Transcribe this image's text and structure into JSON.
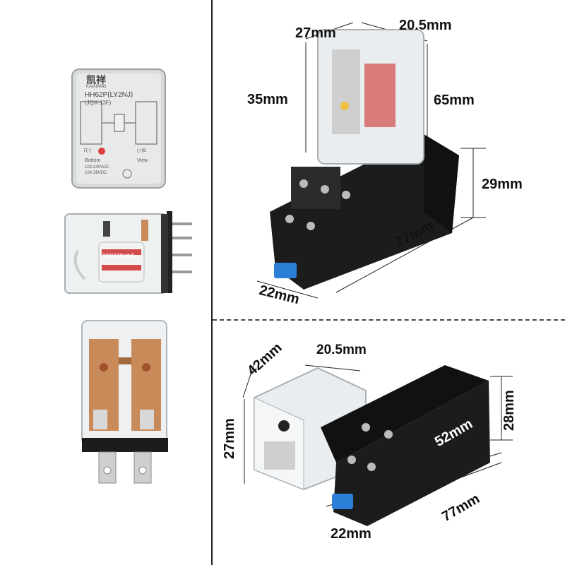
{
  "top_product": {
    "dims": {
      "width": "27mm",
      "depth": "20.5mm",
      "relay_height": "35mm",
      "total_height": "65mm",
      "socket_height": "29mm",
      "socket_length": "77mm",
      "socket_width": "22mm"
    }
  },
  "bottom_product": {
    "dims": {
      "relay_depth": "42mm",
      "relay_width": "20.5mm",
      "relay_height": "27mm",
      "socket_height": "28mm",
      "socket_inner_length": "52mm",
      "socket_length": "77mm",
      "socket_width": "22mm"
    }
  },
  "relay_label": {
    "brand": "凯祥",
    "brand_latin": "KAIXIANG",
    "model": "HH62P(LY2NJ)",
    "type": "(JQX-13F)",
    "bottom": "Bottom",
    "view": "View",
    "rating1": "10A 240VAC",
    "rating2": "10A 28VDC",
    "pin7": "7(-)",
    "pin8": "(+)8",
    "coil_voltage": "220/240VAC"
  },
  "colors": {
    "socket": "#1c1c1c",
    "clip": "#2b7fd6",
    "copper": "#c98a5a",
    "coil": "#d24a4a"
  }
}
